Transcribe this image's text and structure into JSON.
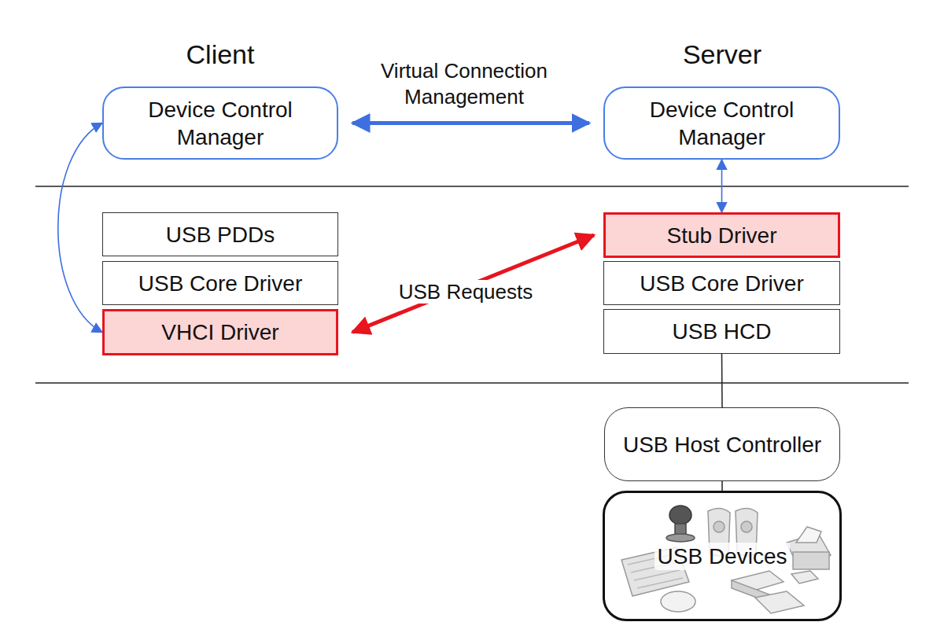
{
  "diagram": {
    "nodes": [
      {
        "text": [
          "Device Control Manager"
        ]
      },
      {
        "text": [
          "Device Control Manager"
        ]
      },
      {
        "text": [
          "USB PDDs"
        ]
      },
      {
        "text": [
          "USB Core Driver"
        ]
      },
      {
        "text": [
          "VHCI Driver"
        ]
      },
      {
        "text": [
          "Stub Driver"
        ]
      },
      {
        "text": [
          "USB Core Driver"
        ]
      },
      {
        "text": [
          "USB HCD"
        ]
      },
      {
        "text": [
          "USB Host Controller"
        ]
      },
      {
        "text": [
          "USB Devices"
        ]
      }
    ],
    "edges": [
      {
        "from": 0,
        "to": 1,
        "arrow": "both",
        "label": "Virtual Connection Management"
      },
      {
        "from": 0,
        "to": 4,
        "arrow": "both"
      },
      {
        "from": 1,
        "to": 5,
        "arrow": "both"
      },
      {
        "from": 4,
        "to": 5,
        "arrow": "both",
        "label": "USB Requests"
      },
      {
        "from": 7,
        "to": 8,
        "arrow": "none"
      },
      {
        "from": 8,
        "to": 9,
        "arrow": "none"
      }
    ],
    "labels": [
      "Client",
      "Server"
    ]
  }
}
